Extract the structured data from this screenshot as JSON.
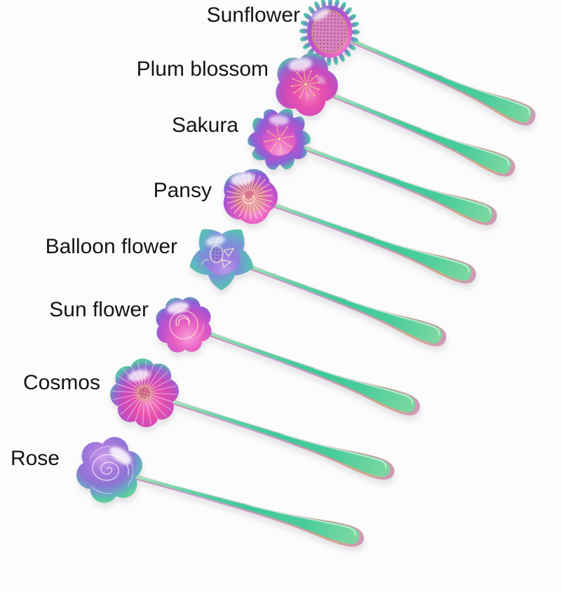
{
  "photo": {
    "description": "Eight rainbow iridescent flower-shaped teaspoons arranged diagonally on a white background, each labeled with its flower name",
    "background_color": "#fcfcfc",
    "label_color": "#151515",
    "palette": {
      "pink": "#e95fc2",
      "magenta": "#e84fae",
      "purple": "#8a62d6",
      "green": "#5ecf92",
      "teal": "#52bdb2",
      "gold": "#e8d29a"
    }
  },
  "items": [
    {
      "label": "Sunflower"
    },
    {
      "label": "Plum blossom"
    },
    {
      "label": "Sakura"
    },
    {
      "label": "Pansy"
    },
    {
      "label": "Balloon flower"
    },
    {
      "label": "Sun flower"
    },
    {
      "label": "Cosmos"
    },
    {
      "label": "Rose"
    }
  ]
}
